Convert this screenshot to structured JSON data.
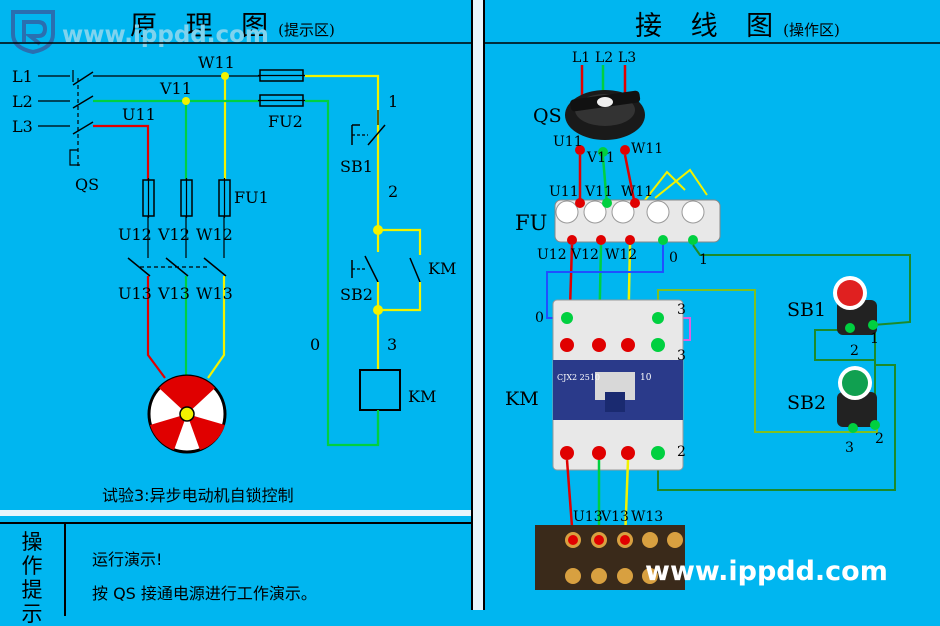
{
  "left": {
    "title": "原 理 图",
    "title_note": "(提示区)",
    "watermark": "www.ippdd.com",
    "caption": "试验3:异步电动机自锁控制",
    "labels": {
      "L1": "L1",
      "L2": "L2",
      "L3": "L3",
      "QS": "QS",
      "W11": "W11",
      "V11": "V11",
      "U11": "U11",
      "FU2": "FU2",
      "FU1": "FU1",
      "U12": "U12",
      "V12": "V12",
      "W12": "W12",
      "U13": "U13",
      "V13": "V13",
      "W13": "W13",
      "n1": "1",
      "SB1": "SB1",
      "n2": "2",
      "SB2": "SB2",
      "KM_aux": "KM",
      "n0": "0",
      "n3": "3",
      "KM_coil": "KM"
    }
  },
  "right": {
    "title": "接 线 图",
    "title_note": "(操作区)",
    "watermark": "www.ippdd.com",
    "labels": {
      "L1": "L1",
      "L2": "L2",
      "L3": "L3",
      "QS": "QS",
      "U11a": "U11",
      "V11a": "V11",
      "W11a": "W11",
      "U11b": "U11",
      "V11b": "V11",
      "W11b": "W11",
      "FU": "FU",
      "U12": "U12",
      "V12": "V12",
      "W12": "W12",
      "t0a": "0",
      "t1a": "1",
      "t0b": "0",
      "t3a": "3",
      "t3b": "3",
      "t2a": "2",
      "KM": "KM",
      "contactor_model": "CJX2 2510",
      "contactor_rating": "10",
      "SB1": "SB1",
      "sb1_2": "2",
      "sb1_1": "1",
      "SB2": "SB2",
      "sb2_3": "3",
      "sb2_2": "2",
      "U13": "U13",
      "V13": "V13",
      "W13": "W13"
    }
  },
  "prompt": {
    "side_label": [
      "操",
      "作",
      "提",
      "示"
    ],
    "line1": "运行演示!",
    "line2": "按 QS 接通电源进行工作演示。"
  }
}
